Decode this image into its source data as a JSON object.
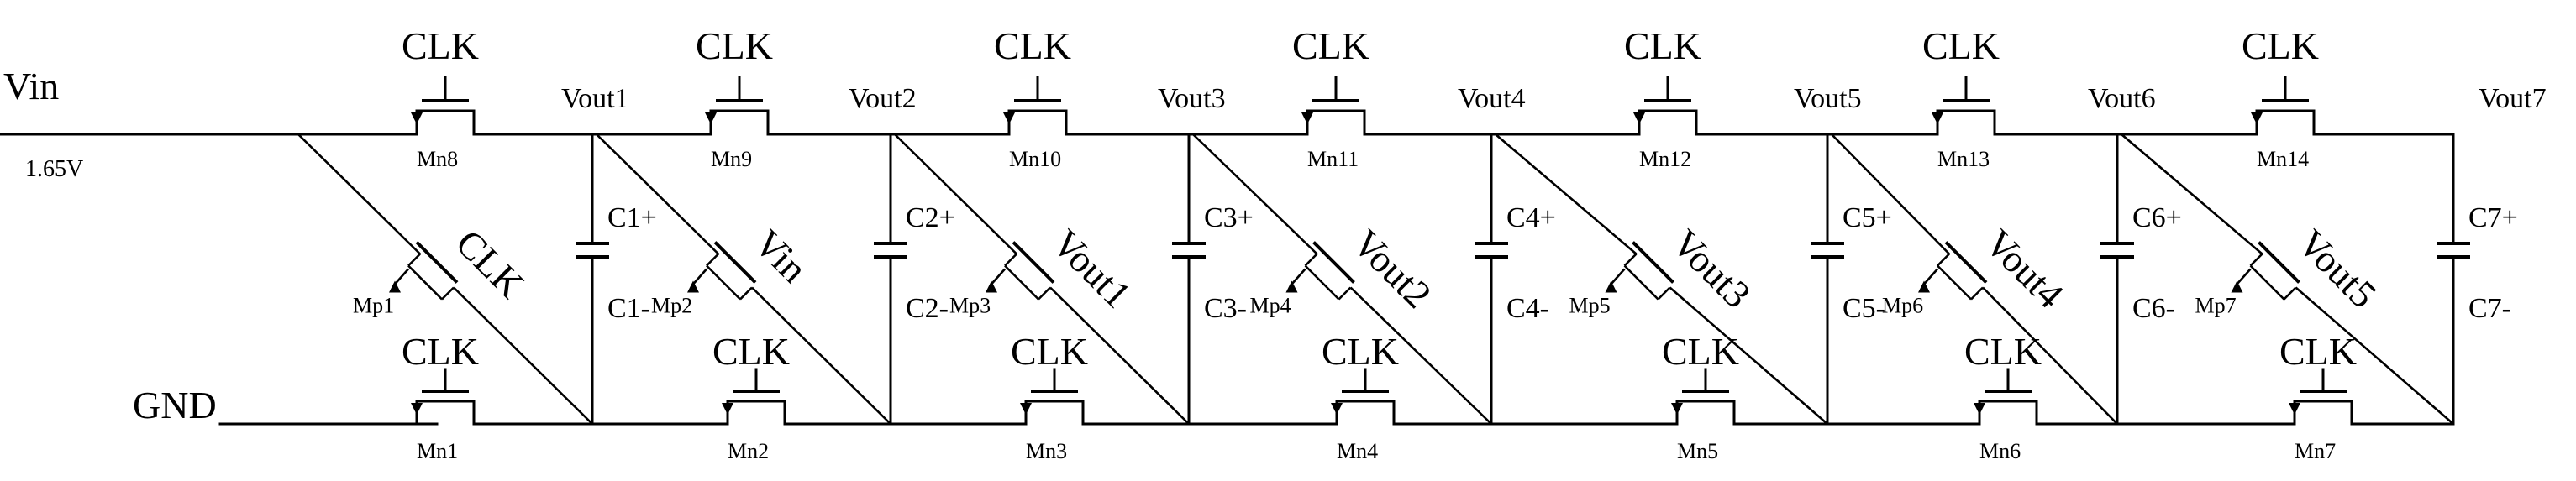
{
  "labels": {
    "vin": "Vin",
    "supply_voltage": "1.65V",
    "gnd": "GND",
    "clk": "CLK"
  },
  "outputs": [
    "Vout1",
    "Vout2",
    "Vout3",
    "Vout4",
    "Vout5",
    "Vout6",
    "Vout7"
  ],
  "top_switches": [
    "Mn8",
    "Mn9",
    "Mn10",
    "Mn11",
    "Mn12",
    "Mn13",
    "Mn14"
  ],
  "bottom_switches": [
    "Mn1",
    "Mn2",
    "Mn3",
    "Mn4",
    "Mn5",
    "Mn6",
    "Mn7"
  ],
  "pmos": [
    "Mp1",
    "Mp2",
    "Mp3",
    "Mp4",
    "Mp5",
    "Mp6",
    "Mp7"
  ],
  "pmos_gates": [
    "CLK",
    "Vin",
    "Vout1",
    "Vout2",
    "Vout3",
    "Vout4",
    "Vout5"
  ],
  "caps_plus": [
    "C1+",
    "C2+",
    "C3+",
    "C4+",
    "C5+",
    "C6+",
    "C7+"
  ],
  "caps_minus": [
    "C1-",
    "C2-",
    "C3-",
    "C4-",
    "C5-",
    "C6-",
    "C7-"
  ]
}
